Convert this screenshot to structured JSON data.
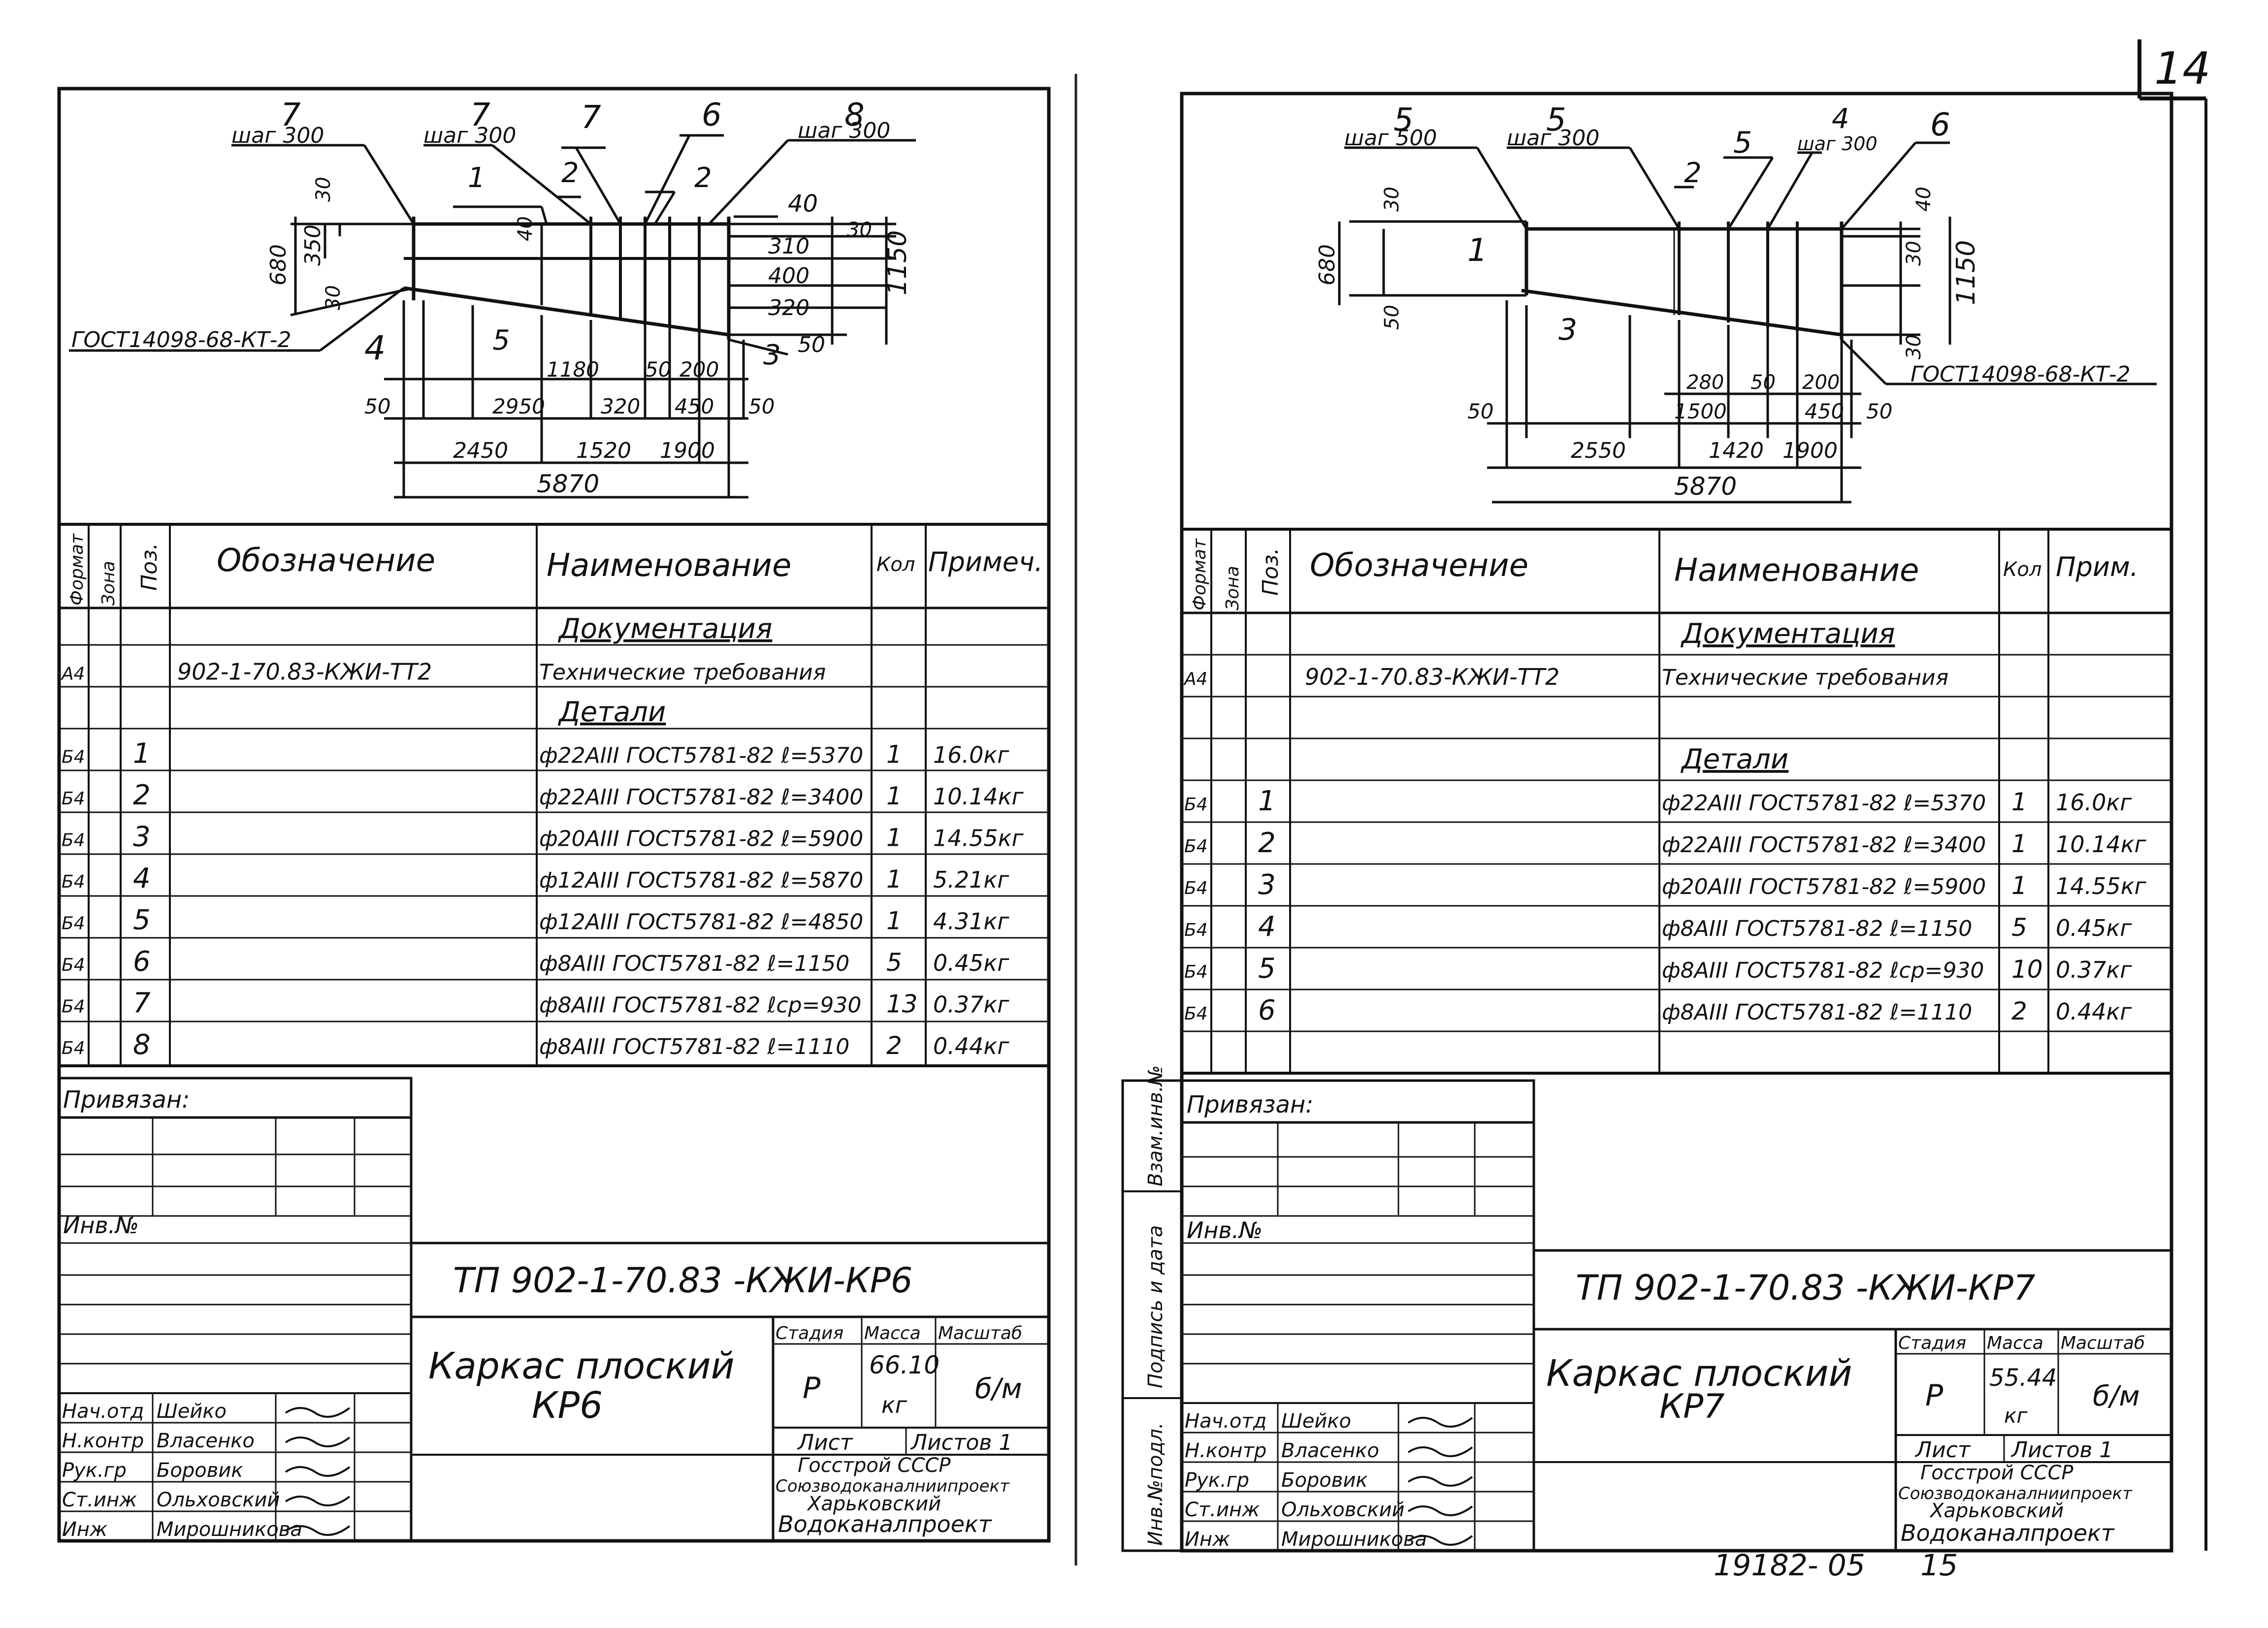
{
  "page": {
    "corner_number": "14",
    "bottom_code": "19182- 05",
    "bottom_page": "15"
  },
  "sheets": [
    {
      "id": "left",
      "diagram": {
        "callouts": [
          {
            "pos": "7",
            "step": "шаг 300"
          },
          {
            "pos": "7",
            "step": "шаг 300"
          },
          {
            "pos": "7",
            "step": ""
          },
          {
            "pos": "6",
            "step": ""
          },
          {
            "pos": "8",
            "step": "шаг 300"
          }
        ],
        "small_labels": [
          "1",
          "2",
          "2",
          "30",
          "30",
          "30",
          "40",
          "40",
          "4",
          "5",
          "3"
        ],
        "right_dims": [
          "40",
          "310",
          "400",
          "320",
          "50",
          "1150",
          "30"
        ],
        "left_dims": [
          "680",
          "350"
        ],
        "gost": "ГОСТ14098-68-КТ-2",
        "bottom_dims_row1": [
          "1180",
          "50",
          "200"
        ],
        "bottom_dims_row2": [
          "50",
          "2950",
          "320",
          "450",
          "50"
        ],
        "bottom_dims_row3": [
          "2450",
          "1520",
          "1900"
        ],
        "total": "5870"
      },
      "table": {
        "headers": {
          "format": "Формат",
          "zone": "Зона",
          "pos": "Поз.",
          "designation": "Обозначение",
          "name": "Наименование",
          "qty": "Кол",
          "note": "Примеч."
        },
        "rows": [
          {
            "format": "",
            "zone": "",
            "pos": "",
            "designation": "",
            "name": "Документация",
            "qty": "",
            "note": "",
            "heading": true
          },
          {
            "format": "А4",
            "zone": "",
            "pos": "",
            "designation": "902-1-70.83-КЖИ-ТТ2",
            "name": "Технические требования",
            "qty": "",
            "note": ""
          },
          {
            "format": "",
            "zone": "",
            "pos": "",
            "designation": "",
            "name": "Детали",
            "qty": "",
            "note": "",
            "heading": true
          },
          {
            "format": "Б4",
            "zone": "",
            "pos": "1",
            "designation": "",
            "name": "ф22АIII ГОСТ5781-82 ℓ=5370",
            "qty": "1",
            "note": "16.0кг"
          },
          {
            "format": "Б4",
            "zone": "",
            "pos": "2",
            "designation": "",
            "name": "ф22АIII ГОСТ5781-82 ℓ=3400",
            "qty": "1",
            "note": "10.14кг"
          },
          {
            "format": "Б4",
            "zone": "",
            "pos": "3",
            "designation": "",
            "name": "ф20АIII ГОСТ5781-82 ℓ=5900",
            "qty": "1",
            "note": "14.55кг"
          },
          {
            "format": "Б4",
            "zone": "",
            "pos": "4",
            "designation": "",
            "name": "ф12АIII ГОСТ5781-82 ℓ=5870",
            "qty": "1",
            "note": "5.21кг"
          },
          {
            "format": "Б4",
            "zone": "",
            "pos": "5",
            "designation": "",
            "name": "ф12АIII ГОСТ5781-82 ℓ=4850",
            "qty": "1",
            "note": "4.31кг"
          },
          {
            "format": "Б4",
            "zone": "",
            "pos": "6",
            "designation": "",
            "name": "ф8АIII ГОСТ5781-82 ℓ=1150",
            "qty": "5",
            "note": "0.45кг"
          },
          {
            "format": "Б4",
            "zone": "",
            "pos": "7",
            "designation": "",
            "name": "ф8АIII ГОСТ5781-82 ℓср=930",
            "qty": "13",
            "note": "0.37кг"
          },
          {
            "format": "Б4",
            "zone": "",
            "pos": "8",
            "designation": "",
            "name": "ф8АIII ГОСТ5781-82 ℓ=1110",
            "qty": "2",
            "note": "0.44кг"
          }
        ]
      },
      "title_block": {
        "privyazan": "Привязан:",
        "inv": "Инв.№",
        "code": "ТП 902-1-70.83 -КЖИ-КР6",
        "name": "Каркас плоский",
        "name2": "КР6",
        "stage_header": "Стадия",
        "mass_header": "Масса",
        "scale_header": "Масштаб",
        "stage": "Р",
        "mass": "66.10",
        "mass_unit": "кг",
        "scale": "б/м",
        "sheet_label": "Лист",
        "sheets_label": "Листов 1",
        "org": [
          "Госстрой СССР",
          "Союзводоканалниипроект",
          "Харьковский",
          "Водоканалпроект"
        ],
        "signers": [
          {
            "role": "Нач.отд",
            "name": "Шейко"
          },
          {
            "role": "Н.контр",
            "name": "Власенко"
          },
          {
            "role": "Рук.гр",
            "name": "Боровик"
          },
          {
            "role": "Ст.инж",
            "name": "Ольховский"
          },
          {
            "role": "Инж",
            "name": "Мирошникова"
          }
        ]
      }
    },
    {
      "id": "right",
      "diagram": {
        "callouts": [
          {
            "pos": "5",
            "step": "шаг 500"
          },
          {
            "pos": "5",
            "step": "шаг 300"
          },
          {
            "pos": "5",
            "step": ""
          },
          {
            "pos": "4",
            "step": "шаг 300"
          },
          {
            "pos": "6",
            "step": ""
          }
        ],
        "small_labels": [
          "1",
          "2",
          "3",
          "30",
          "50",
          "40",
          "30",
          "30"
        ],
        "right_dims": [
          "40",
          "30",
          "1150",
          "30"
        ],
        "left_dims": [
          "680",
          "50"
        ],
        "gost": "ГОСТ14098-68-КТ-2",
        "bottom_dims_row1": [
          "280",
          "50",
          "200"
        ],
        "bottom_dims_row2": [
          "50",
          "1500",
          "450",
          "50"
        ],
        "bottom_dims_row3": [
          "2550",
          "1420",
          "1900"
        ],
        "total": "5870"
      },
      "table": {
        "headers": {
          "format": "Формат",
          "zone": "Зона",
          "pos": "Поз.",
          "designation": "Обозначение",
          "name": "Наименование",
          "qty": "Кол",
          "note": "Прим."
        },
        "rows": [
          {
            "format": "",
            "zone": "",
            "pos": "",
            "designation": "",
            "name": "Документация",
            "qty": "",
            "note": "",
            "heading": true
          },
          {
            "format": "А4",
            "zone": "",
            "pos": "",
            "designation": "902-1-70.83-КЖИ-ТТ2",
            "name": "Технические требования",
            "qty": "",
            "note": ""
          },
          {
            "format": "",
            "zone": "",
            "pos": "",
            "designation": "",
            "name": "",
            "qty": "",
            "note": ""
          },
          {
            "format": "",
            "zone": "",
            "pos": "",
            "designation": "",
            "name": "Детали",
            "qty": "",
            "note": "",
            "heading": true
          },
          {
            "format": "Б4",
            "zone": "",
            "pos": "1",
            "designation": "",
            "name": "ф22АIII ГОСТ5781-82 ℓ=5370",
            "qty": "1",
            "note": "16.0кг"
          },
          {
            "format": "Б4",
            "zone": "",
            "pos": "2",
            "designation": "",
            "name": "ф22АIII ГОСТ5781-82 ℓ=3400",
            "qty": "1",
            "note": "10.14кг"
          },
          {
            "format": "Б4",
            "zone": "",
            "pos": "3",
            "designation": "",
            "name": "ф20АIII ГОСТ5781-82 ℓ=5900",
            "qty": "1",
            "note": "14.55кг"
          },
          {
            "format": "Б4",
            "zone": "",
            "pos": "4",
            "designation": "",
            "name": "ф8АIII ГОСТ5781-82 ℓ=1150",
            "qty": "5",
            "note": "0.45кг"
          },
          {
            "format": "Б4",
            "zone": "",
            "pos": "5",
            "designation": "",
            "name": "ф8АIII ГОСТ5781-82 ℓср=930",
            "qty": "10",
            "note": "0.37кг"
          },
          {
            "format": "Б4",
            "zone": "",
            "pos": "6",
            "designation": "",
            "name": "ф8АIII ГОСТ5781-82 ℓ=1110",
            "qty": "2",
            "note": "0.44кг"
          },
          {
            "format": "",
            "zone": "",
            "pos": "",
            "designation": "",
            "name": "",
            "qty": "",
            "note": ""
          }
        ]
      },
      "title_block": {
        "privyazan": "Привязан:",
        "inv": "Инв.№",
        "code": "ТП 902-1-70.83 -КЖИ-КР7",
        "name": "Каркас плоский",
        "name2": "КР7",
        "stage_header": "Стадия",
        "mass_header": "Масса",
        "scale_header": "Масштаб",
        "stage": "Р",
        "mass": "55.44",
        "mass_unit": "кг",
        "scale": "б/м",
        "sheet_label": "Лист",
        "sheets_label": "Листов 1",
        "org": [
          "Госстрой СССР",
          "Союзводоканалниипроект",
          "Харьковский",
          "Водоканалпроект"
        ],
        "signers": [
          {
            "role": "Нач.отд",
            "name": "Шейко"
          },
          {
            "role": "Н.контр",
            "name": "Власенко"
          },
          {
            "role": "Рук.гр",
            "name": "Боровик"
          },
          {
            "role": "Ст.инж",
            "name": "Ольховский"
          },
          {
            "role": "Инж",
            "name": "Мирошникова"
          }
        ],
        "side_labels": [
          "Инв.№подл.",
          "Подпись и дата",
          "Взам.инв.№"
        ]
      }
    }
  ]
}
